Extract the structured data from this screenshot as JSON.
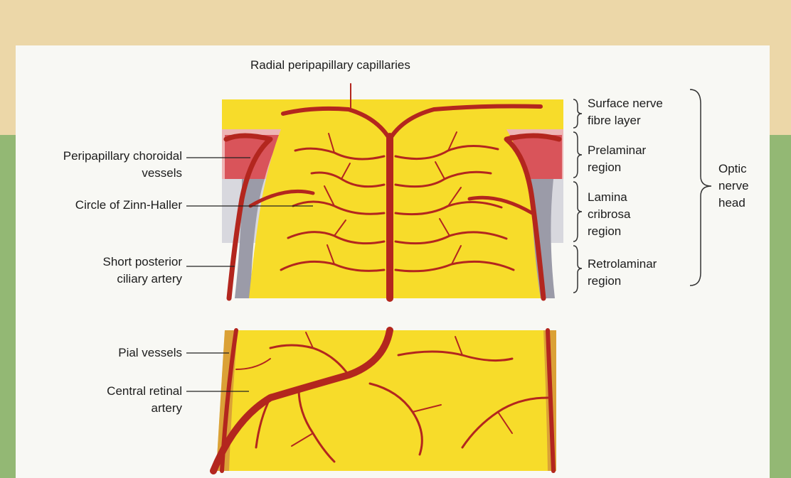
{
  "labels": {
    "radial": "Radial peripapillary capillaries",
    "peripapillary_1": "Peripapillary choroidal",
    "peripapillary_2": "vessels",
    "zinn": "Circle of Zinn-Haller",
    "short_1": "Short posterior",
    "short_2": "ciliary artery",
    "pial": "Pial vessels",
    "central_1": "Central retinal",
    "central_2": "artery",
    "surface_1": "Surface nerve",
    "surface_2": "fibre layer",
    "prelaminar_1": "Prelaminar",
    "prelaminar_2": "region",
    "lamina_1": "Lamina",
    "lamina_2": "cribrosa",
    "lamina_3": "region",
    "retro_1": "Retrolaminar",
    "retro_2": "region",
    "onh_1": "Optic",
    "onh_2": "nerve",
    "onh_3": "head"
  },
  "colors": {
    "nerve": "#f7dc2a",
    "vessel": "#b3261e",
    "choroid": "#d45050",
    "lamina": "#a9a9b4"
  }
}
